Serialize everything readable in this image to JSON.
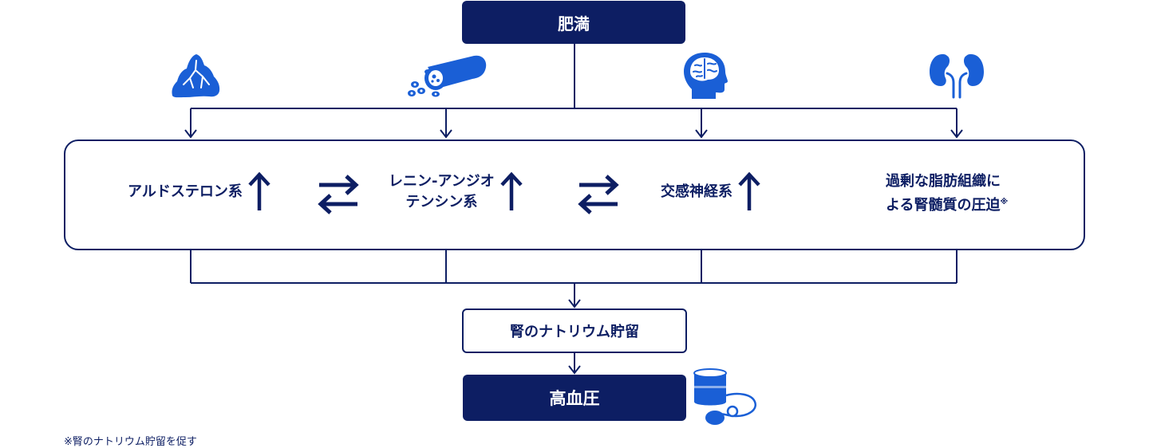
{
  "top_box": {
    "label": "肥満"
  },
  "factors": [
    {
      "lines": [
        "アルドステロン系"
      ],
      "arrow": "up-arrow",
      "icon": "adrenal-gland-icon"
    },
    {
      "lines": [
        "レニン-アンジオ",
        "テンシン系"
      ],
      "arrow": "up-arrow",
      "icon": "fat-tissue-icon"
    },
    {
      "lines": [
        "交感神経系"
      ],
      "arrow": "up-arrow",
      "icon": "brain-head-icon"
    },
    {
      "lines": [
        "過剰な脂肪組織に",
        "よる腎髄質の圧迫"
      ],
      "superscript": "※",
      "icon": "kidney-icon"
    }
  ],
  "middle_box": {
    "label": "腎のナトリウム貯留"
  },
  "bottom_box": {
    "label": "高血圧",
    "icon": "blood-pressure-monitor-icon"
  },
  "footnote": "※腎のナトリウム貯留を促す",
  "colors": {
    "navy": "#0d1e63",
    "icon_blue": "#1a5fd6",
    "white": "#ffffff"
  }
}
